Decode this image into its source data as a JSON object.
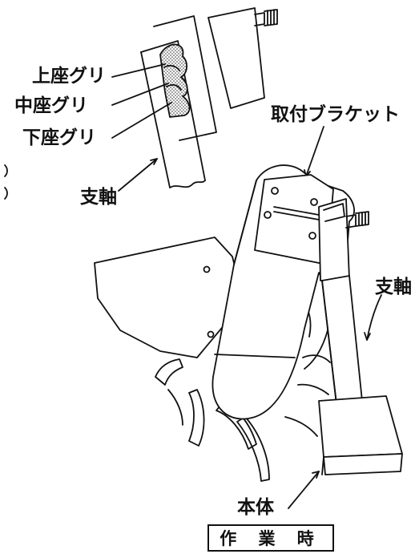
{
  "labels": {
    "upper_counterbore": "上座グリ",
    "middle_counterbore": "中座グリ",
    "lower_counterbore": "下座グリ",
    "shaft_left": "支軸",
    "mounting_bracket": "取付ブラケット",
    "shaft_right": "支軸",
    "main_body": "本体"
  },
  "caption": "作 業 時"
}
